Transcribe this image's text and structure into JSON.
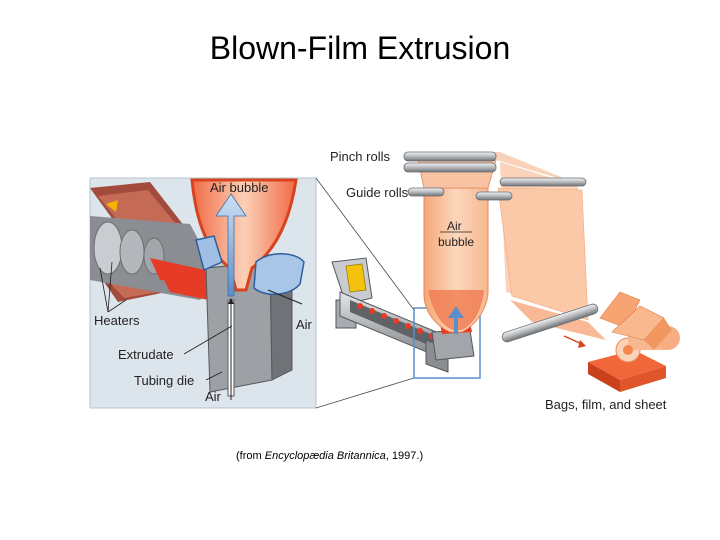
{
  "title": "Blown-Film Extrusion",
  "labels": {
    "pinch_rolls": "Pinch rolls",
    "guide_rolls": "Guide rolls",
    "air_bubble_main_top": "Air",
    "air_bubble_main_bottom": "bubble",
    "air_bubble_inset": "Air bubble",
    "heaters": "Heaters",
    "air_side": "Air",
    "extrudate": "Extrudate",
    "tubing_die": "Tubing die",
    "air_bottom": "Air",
    "bags_film_sheet": "Bags, film, and sheet"
  },
  "caption": {
    "prefix": "(from ",
    "source": "Encyclopædia Britannica",
    "suffix": ", 1997.)"
  },
  "colors": {
    "film": "#f6b58a",
    "film_light": "#fbd3b8",
    "melt_red": "#e63b24",
    "steel": "#8f9295",
    "steel_light": "#d6d8da",
    "inset_bg": "#dde6ee",
    "product_orange": "#f05a28"
  }
}
